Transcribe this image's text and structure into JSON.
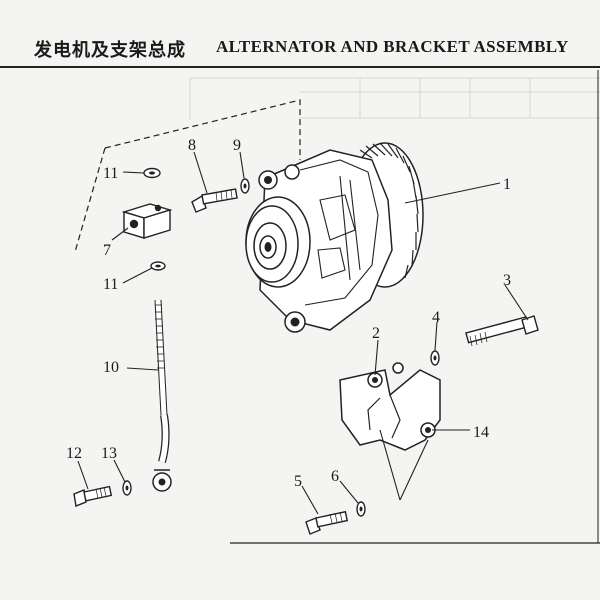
{
  "header": {
    "title_cn": "发电机及支架总成",
    "title_en": "ALTERNATOR AND BRACKET ASSEMBLY"
  },
  "callouts": [
    {
      "id": "c1",
      "text": "1"
    },
    {
      "id": "c2",
      "text": "2"
    },
    {
      "id": "c3",
      "text": "3"
    },
    {
      "id": "c4",
      "text": "4"
    },
    {
      "id": "c5",
      "text": "5"
    },
    {
      "id": "c6",
      "text": "6"
    },
    {
      "id": "c7",
      "text": "7"
    },
    {
      "id": "c8",
      "text": "8"
    },
    {
      "id": "c9",
      "text": "9"
    },
    {
      "id": "c10",
      "text": "10"
    },
    {
      "id": "c11a",
      "text": "11"
    },
    {
      "id": "c11b",
      "text": "11"
    },
    {
      "id": "c12",
      "text": "12"
    },
    {
      "id": "c13",
      "text": "13"
    },
    {
      "id": "c14",
      "text": "14"
    }
  ]
}
